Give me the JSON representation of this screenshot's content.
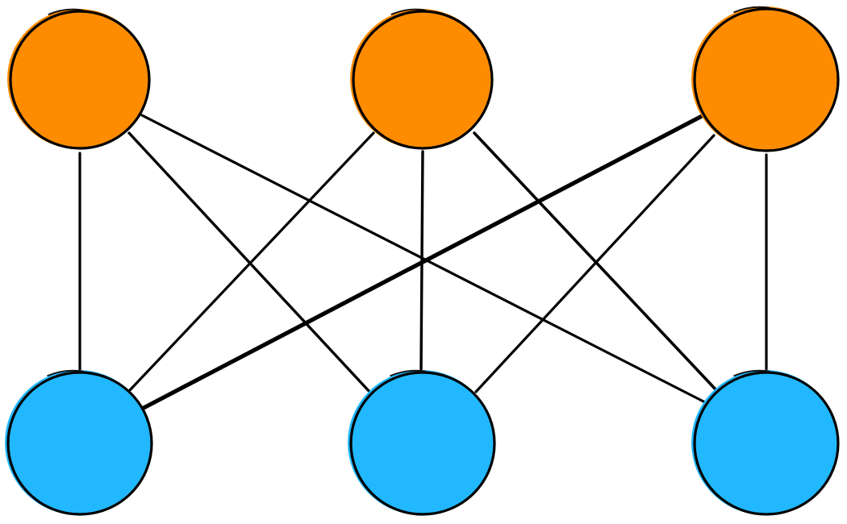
{
  "graph": {
    "type": "complete-bipartite",
    "colors": {
      "top_nodes": "#FF8C00",
      "bottom_nodes": "#22B8FF",
      "edges": "#000000",
      "outline": "#000000",
      "background": "#FFFFFF"
    },
    "top_nodes": [
      "top-1",
      "top-2",
      "top-3"
    ],
    "bottom_nodes": [
      "bottom-1",
      "bottom-2",
      "bottom-3"
    ],
    "edges": [
      [
        "top-1",
        "bottom-1"
      ],
      [
        "top-1",
        "bottom-2"
      ],
      [
        "top-1",
        "bottom-3"
      ],
      [
        "top-2",
        "bottom-1"
      ],
      [
        "top-2",
        "bottom-2"
      ],
      [
        "top-2",
        "bottom-3"
      ],
      [
        "top-3",
        "bottom-1"
      ],
      [
        "top-3",
        "bottom-2"
      ],
      [
        "top-3",
        "bottom-3"
      ]
    ]
  }
}
